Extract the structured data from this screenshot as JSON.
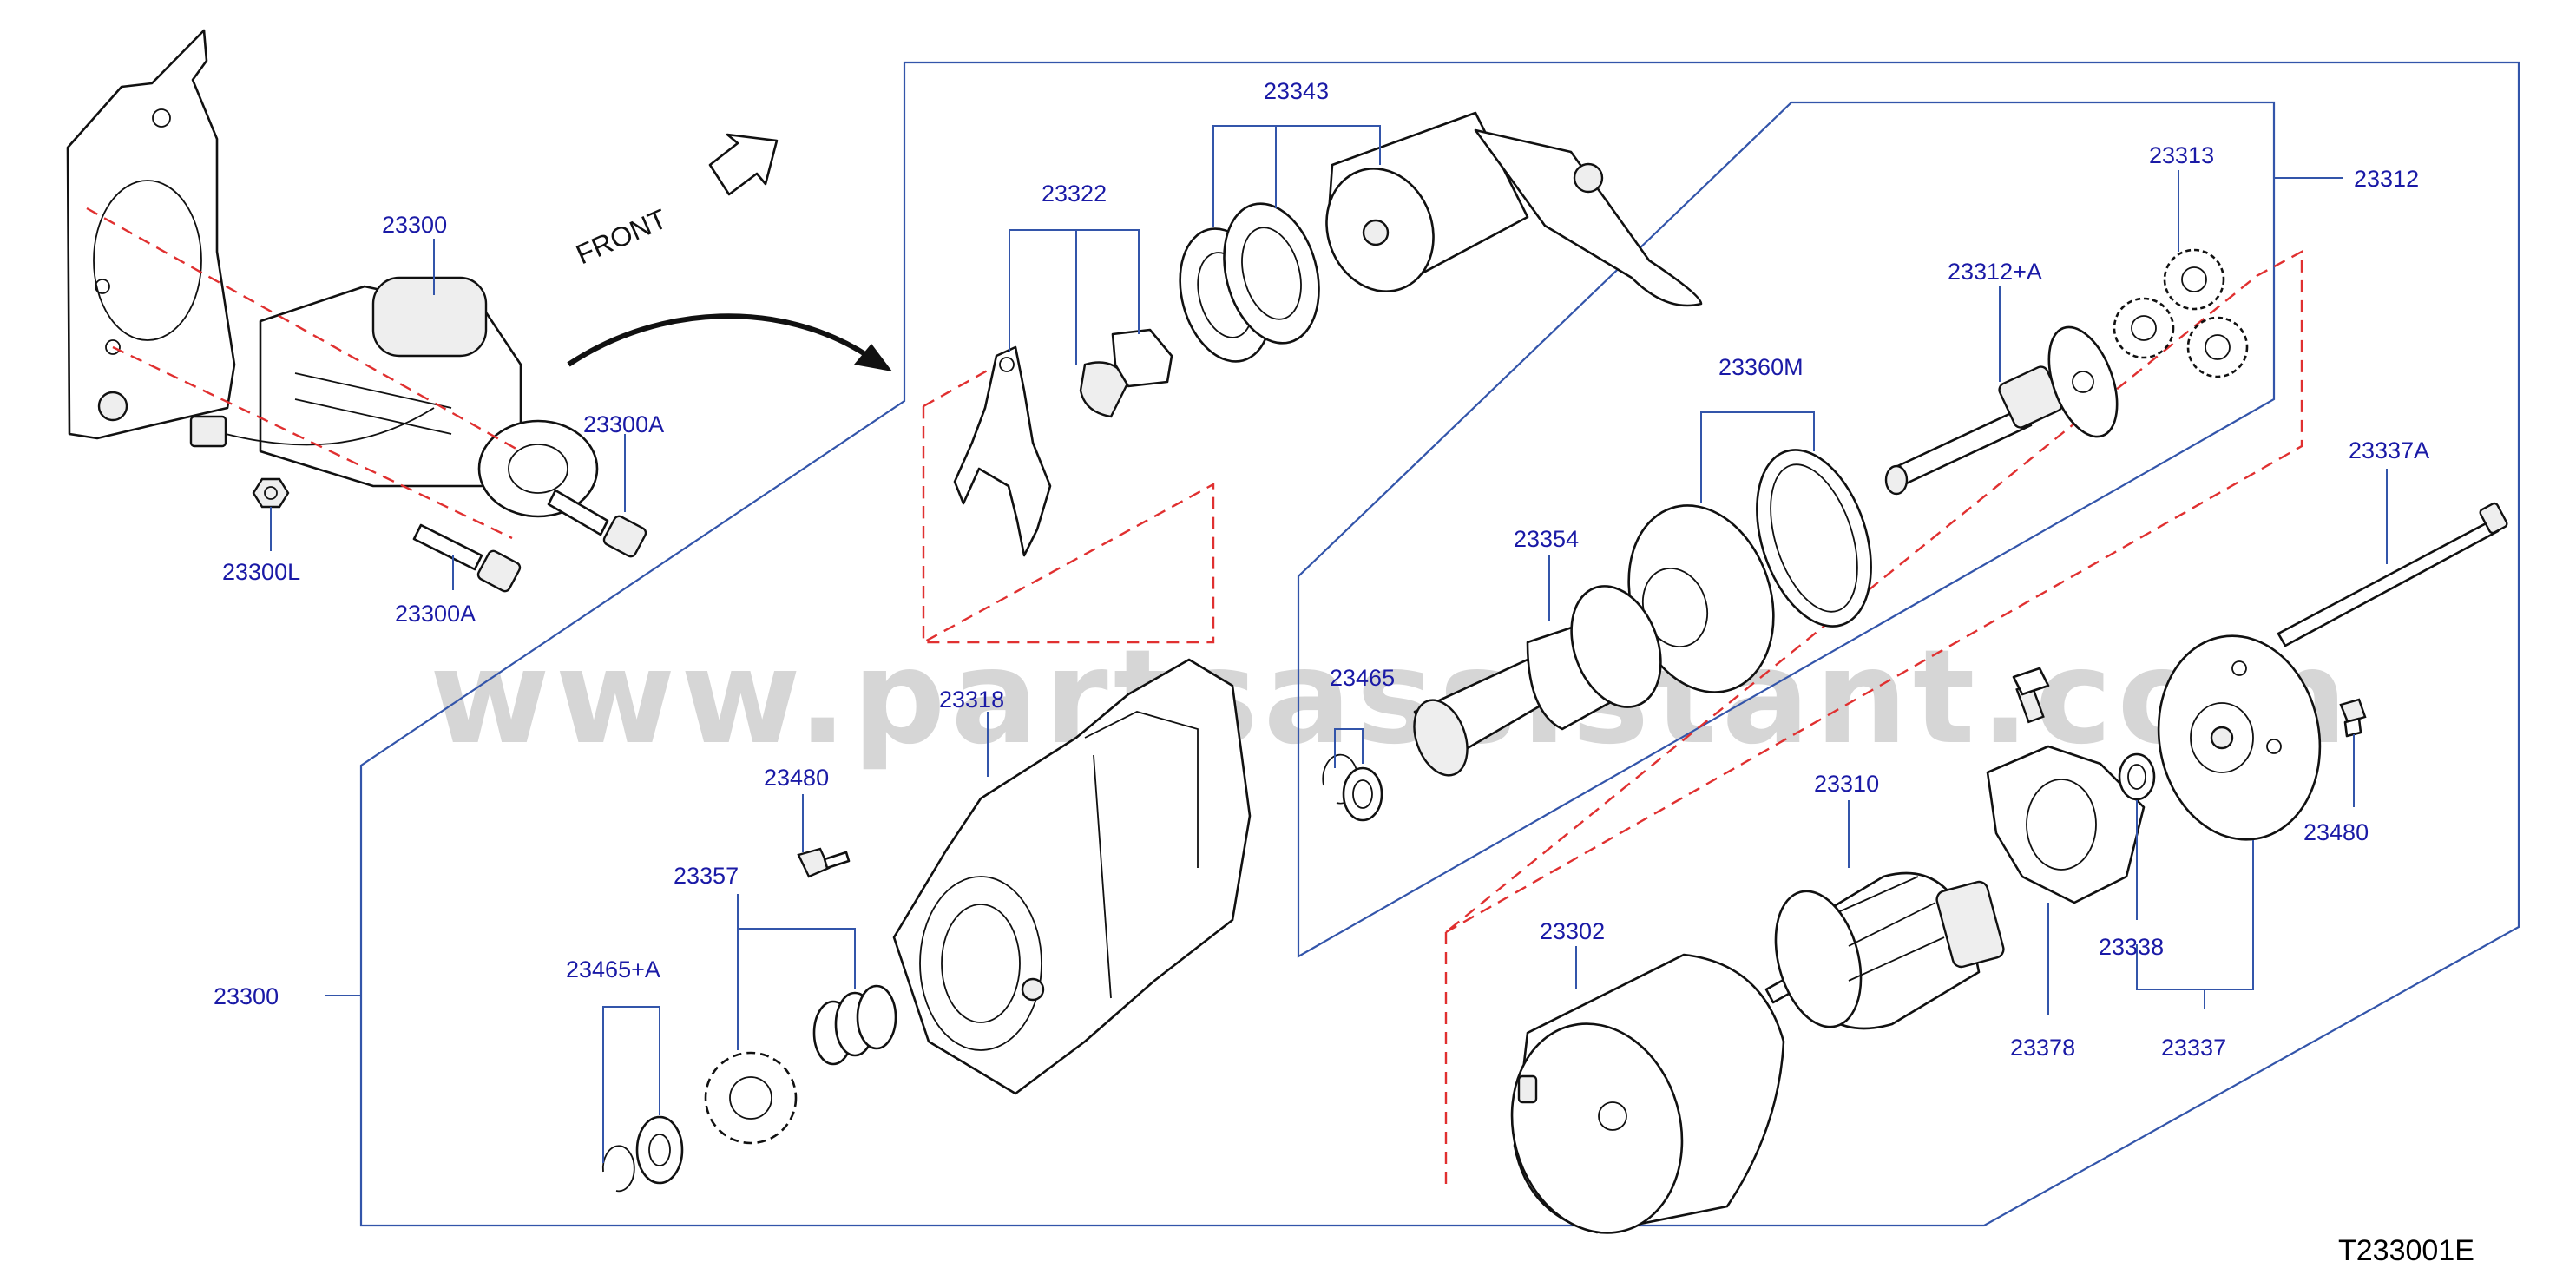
{
  "watermark": "www.partsassistant.com",
  "diagram_code": "T233001E",
  "front_label": "FRONT",
  "labels": {
    "p23300_top": "23300",
    "p23300A_upper": "23300A",
    "p23300L": "23300L",
    "p23300A_lower": "23300A",
    "p23343": "23343",
    "p23322": "23322",
    "p23313": "23313",
    "p23312": "23312",
    "p23312A": "23312+A",
    "p23360M": "23360M",
    "p23337A": "23337A",
    "p23354": "23354",
    "p23465": "23465",
    "p23318": "23318",
    "p23480_left": "23480",
    "p23357": "23357",
    "p23465A": "23465+A",
    "p23300_side": "23300",
    "p23310": "23310",
    "p23480_right": "23480",
    "p23302": "23302",
    "p23338": "23338",
    "p23378": "23378",
    "p23337": "23337"
  },
  "colors": {
    "label": "#1a1aa6",
    "frame": "#3355aa",
    "dashed": "#e03030",
    "watermark": "#d6d6d6"
  }
}
